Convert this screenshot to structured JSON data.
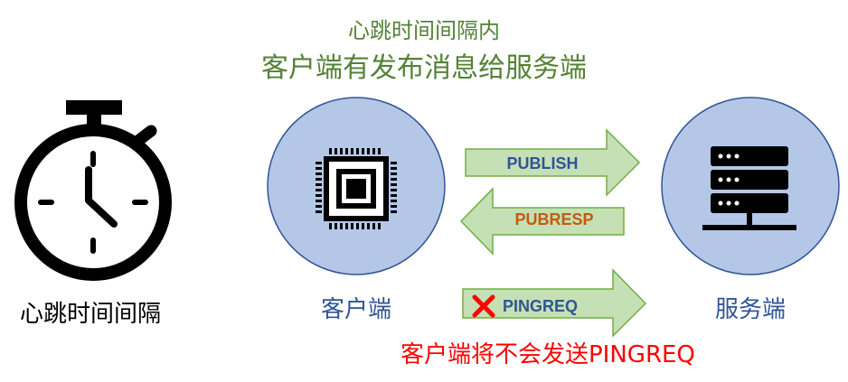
{
  "title": {
    "line1": "心跳时间间隔内",
    "line2": "客户端有发布消息给服务端"
  },
  "stopwatch": {
    "label": "心跳时间间隔"
  },
  "client": {
    "label": "客户端"
  },
  "server": {
    "label": "服务端"
  },
  "messages": {
    "publish": "PUBLISH",
    "pubresp": "PUBRESP",
    "pingreq": "PINGREQ"
  },
  "note": "客户端将不会发送PINGREQ",
  "colors": {
    "title": "#548235",
    "node_fill": "#b4c7e7",
    "node_stroke": "#2f5597",
    "arrow_fill": "#c5e0b4",
    "arrow_stroke": "#70ad47",
    "label_blue": "#2f5597",
    "label_orange": "#c55a11",
    "note_red": "#ff0000"
  }
}
